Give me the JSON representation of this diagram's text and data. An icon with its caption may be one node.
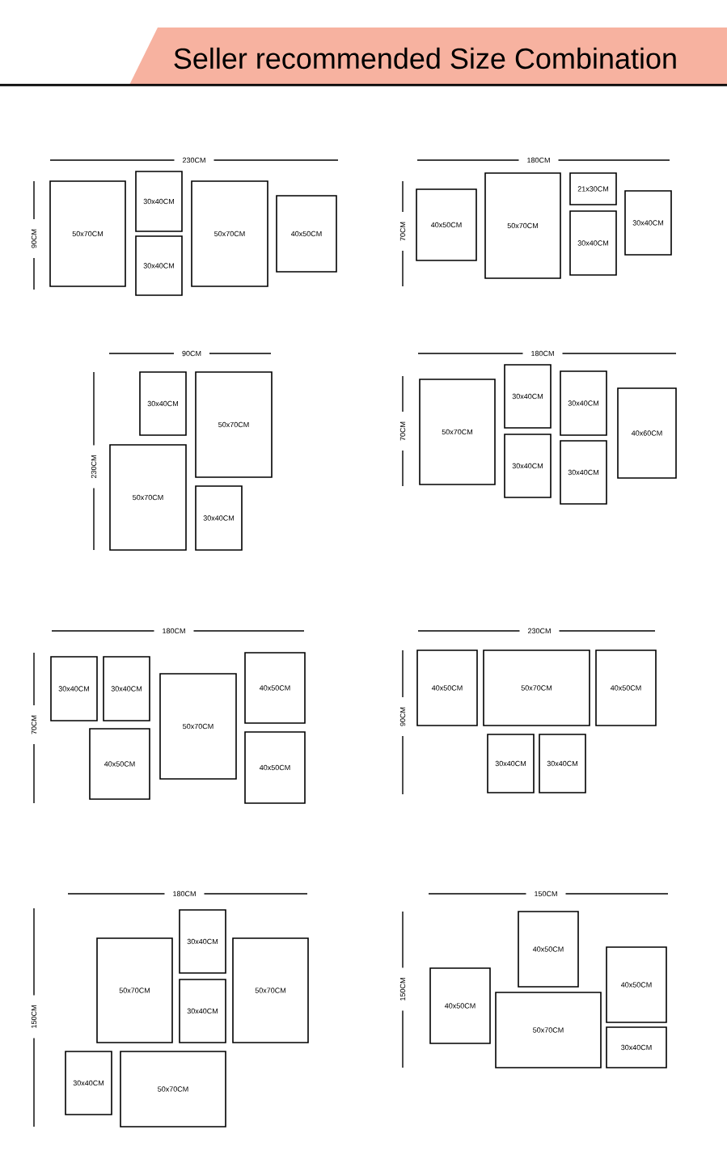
{
  "diagram": {
    "title": "Seller recommended Size Combination",
    "nodes": [
      {
        "text": [
          "50x70CM"
        ]
      },
      {
        "text": [
          "30x40CM"
        ]
      },
      {
        "text": [
          "30x40CM"
        ]
      },
      {
        "text": [
          "50x70CM"
        ]
      },
      {
        "text": [
          "40x50CM"
        ]
      },
      {
        "text": [
          "40x50CM"
        ]
      },
      {
        "text": [
          "50x70CM"
        ]
      },
      {
        "text": [
          "21x30CM"
        ]
      },
      {
        "text": [
          "30x40CM"
        ]
      },
      {
        "text": [
          "30x40CM"
        ]
      },
      {
        "text": [
          "30x40CM"
        ]
      },
      {
        "text": [
          "50x70CM"
        ]
      },
      {
        "text": [
          "50x70CM"
        ]
      },
      {
        "text": [
          "30x40CM"
        ]
      },
      {
        "text": [
          "50x70CM"
        ]
      },
      {
        "text": [
          "30x40CM"
        ]
      },
      {
        "text": [
          "30x40CM"
        ]
      },
      {
        "text": [
          "30x40CM"
        ]
      },
      {
        "text": [
          "30x40CM"
        ]
      },
      {
        "text": [
          "40x60CM"
        ]
      },
      {
        "text": [
          "30x40CM"
        ]
      },
      {
        "text": [
          "30x40CM"
        ]
      },
      {
        "text": [
          "50x70CM"
        ]
      },
      {
        "text": [
          "40x50CM"
        ]
      },
      {
        "text": [
          "40x50CM"
        ]
      },
      {
        "text": [
          "40x50CM"
        ]
      },
      {
        "text": [
          "40x50CM"
        ]
      },
      {
        "text": [
          "50x70CM"
        ]
      },
      {
        "text": [
          "40x50CM"
        ]
      },
      {
        "text": [
          "30x40CM"
        ]
      },
      {
        "text": [
          "30x40CM"
        ]
      },
      {
        "text": [
          "30x40CM"
        ]
      },
      {
        "text": [
          "50x70CM"
        ]
      },
      {
        "text": [
          "50x70CM"
        ]
      },
      {
        "text": [
          "30x40CM"
        ]
      },
      {
        "text": [
          "30x40CM"
        ]
      },
      {
        "text": [
          "50x70CM"
        ]
      },
      {
        "text": [
          "40x50CM"
        ]
      },
      {
        "text": [
          "40x50CM"
        ]
      },
      {
        "text": [
          "40x50CM"
        ]
      },
      {
        "text": [
          "50x70CM"
        ]
      },
      {
        "text": [
          "30x40CM"
        ]
      }
    ],
    "labels": [
      "230CM",
      "90CM",
      "180CM",
      "70CM",
      "90CM",
      "230CM",
      "180CM",
      "70CM",
      "180CM",
      "70CM",
      "230CM",
      "90CM",
      "180CM",
      "150CM",
      "150CM",
      "150CM"
    ]
  }
}
